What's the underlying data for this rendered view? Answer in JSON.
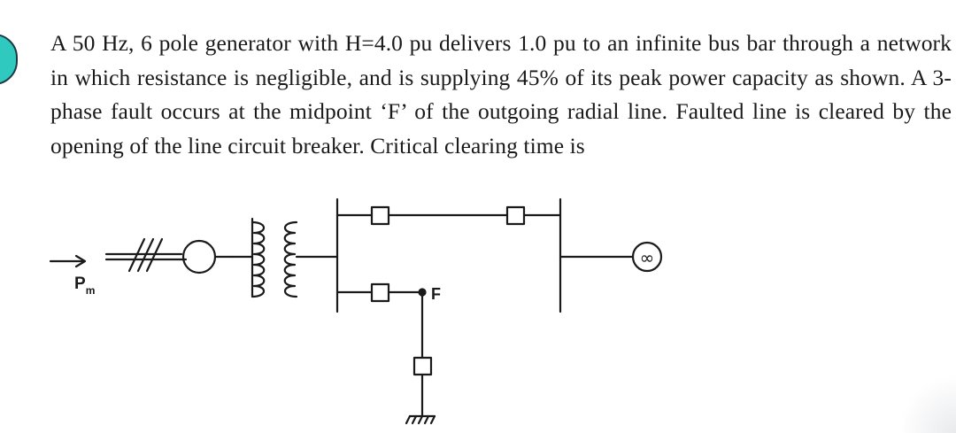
{
  "question": {
    "text": "A 50 Hz, 6 pole generator with H=4.0 pu delivers 1.0 pu to an infinite bus bar through a network in which resistance is negligible, and is supplying 45% of its peak power capacity as shown. A 3-phase fault occurs at the midpoint ‘F’ of the outgoing radial line. Faulted line is cleared by the opening of the line circuit breaker. Critical clearing time is"
  },
  "diagram": {
    "input_label": "P",
    "input_label_sub": "m",
    "fault_label": "F",
    "infinite_bus_symbol": "∞"
  }
}
